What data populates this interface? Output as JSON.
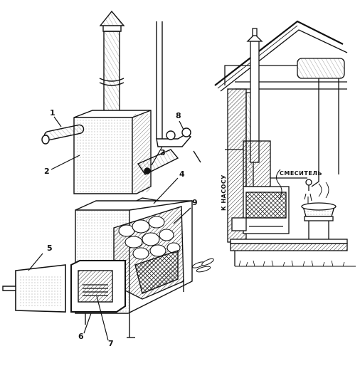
{
  "figure": {
    "callouts": [
      {
        "id": "1",
        "text": "1"
      },
      {
        "id": "2",
        "text": "2"
      },
      {
        "id": "3",
        "text": "3"
      },
      {
        "id": "4",
        "text": "4"
      },
      {
        "id": "5",
        "text": "5"
      },
      {
        "id": "6",
        "text": "6"
      },
      {
        "id": "7",
        "text": "7"
      },
      {
        "id": "8",
        "text": "8"
      },
      {
        "id": "9",
        "text": "9"
      }
    ],
    "labels": {
      "mixer": "СМЕСИТЕЛЬ",
      "to_pump": "К НАСОСУ"
    }
  }
}
